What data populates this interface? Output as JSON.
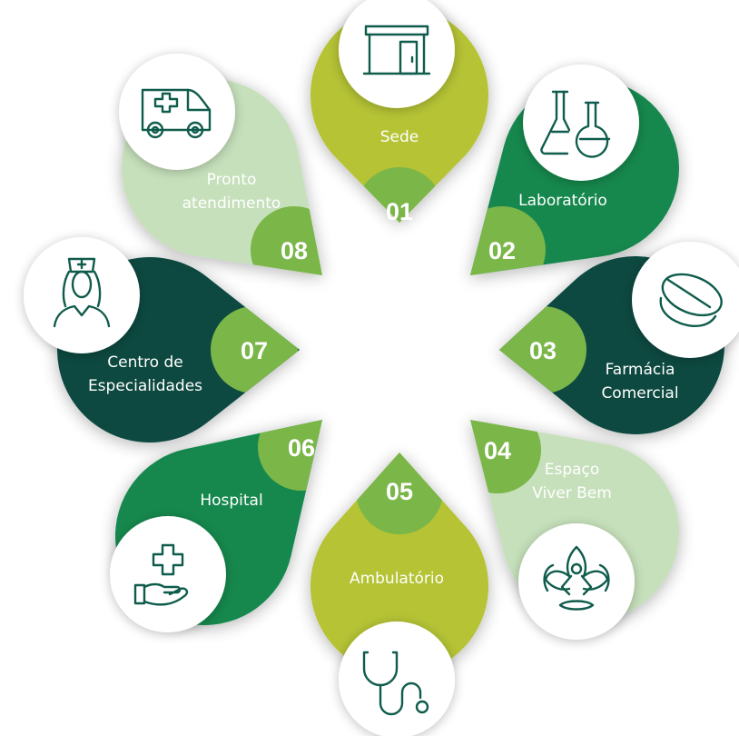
{
  "items": [
    {
      "number": "01",
      "line1": "Sede",
      "line2": "",
      "icon": "building-door-icon",
      "color": "#b5c334",
      "badge_color": "#7ab648"
    },
    {
      "number": "02",
      "line1": "Laboratório",
      "line2": "",
      "icon": "lab-flasks-icon",
      "color": "#12884d",
      "badge_color": "#7ab648"
    },
    {
      "number": "03",
      "line1": "Farmácia",
      "line2": "Comercial",
      "icon": "pill-tablet-icon",
      "color": "#07493f",
      "badge_color": "#7ab648"
    },
    {
      "number": "04",
      "line1": "Espaço",
      "line2": "Viver Bem",
      "icon": "meditation-lotus-icon",
      "color": "#c6e0bb",
      "badge_color": "#7ab648"
    },
    {
      "number": "05",
      "line1": "Ambulatório",
      "line2": "",
      "icon": "stethoscope-icon",
      "color": "#b5c334",
      "badge_color": "#7ab648"
    },
    {
      "number": "06",
      "line1": "Hospital",
      "line2": "",
      "icon": "hand-cross-icon",
      "color": "#12884d",
      "badge_color": "#7ab648"
    },
    {
      "number": "07",
      "line1": "Centro de",
      "line2": "Especialidades",
      "icon": "nurse-icon",
      "color": "#07493f",
      "badge_color": "#7ab648"
    },
    {
      "number": "08",
      "line1": "Pronto",
      "line2": "atendimento",
      "icon": "ambulance-icon",
      "color": "#c6e0bb",
      "badge_color": "#7ab648"
    }
  ]
}
